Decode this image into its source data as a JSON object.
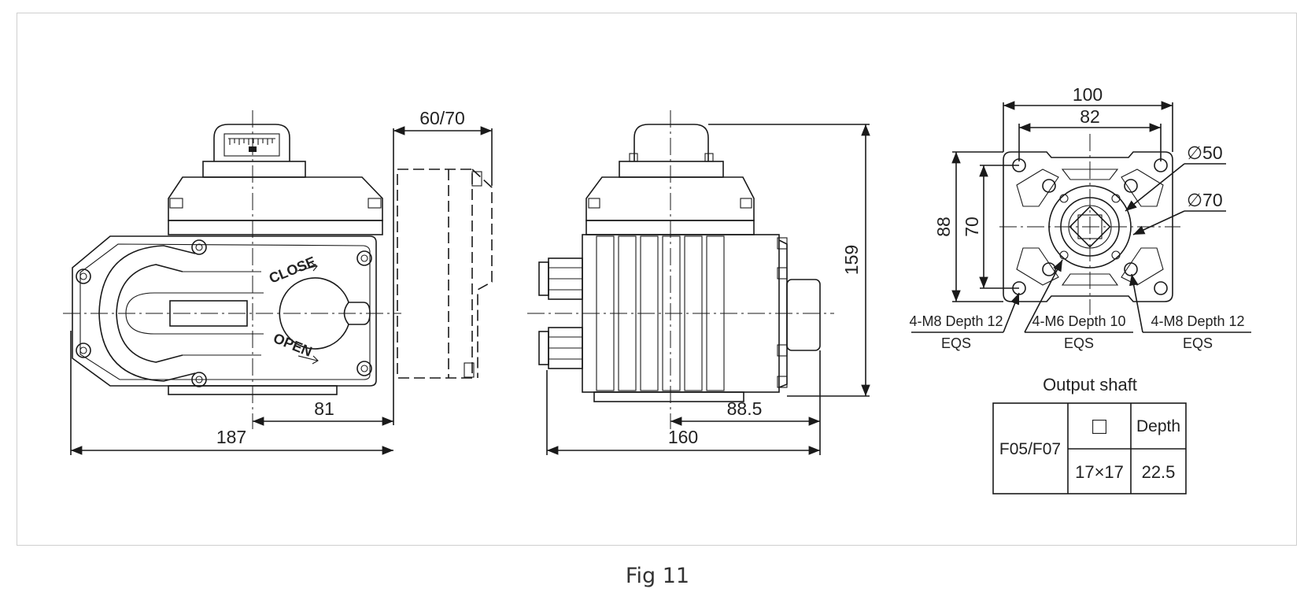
{
  "caption": "Fig 11",
  "front_view": {
    "dims": {
      "top_clearance": "60/70",
      "center_offset": "81",
      "length": "187"
    },
    "labels": {
      "close": "CLOSE",
      "open": "OPEN"
    }
  },
  "side_view": {
    "dims": {
      "height": "159",
      "center_offset": "88.5",
      "length": "160"
    }
  },
  "flange_view": {
    "dims": {
      "outer_width": "100",
      "inner_width": "82",
      "outer_height": "88",
      "inner_height": "70",
      "pcd_small": "∅50",
      "pcd_large": "∅70"
    },
    "holes": [
      {
        "spec": "4-M8 Depth 12",
        "note": "EQS"
      },
      {
        "spec": "4-M6 Depth 10",
        "note": "EQS"
      },
      {
        "spec": "4-M8 Depth 12",
        "note": "EQS"
      }
    ]
  },
  "output_shaft_table": {
    "title": "Output shaft",
    "flange": "F05/F07",
    "square_header": "□",
    "depth_header": "Depth",
    "square_value": "17×17",
    "depth_value": "22.5"
  }
}
